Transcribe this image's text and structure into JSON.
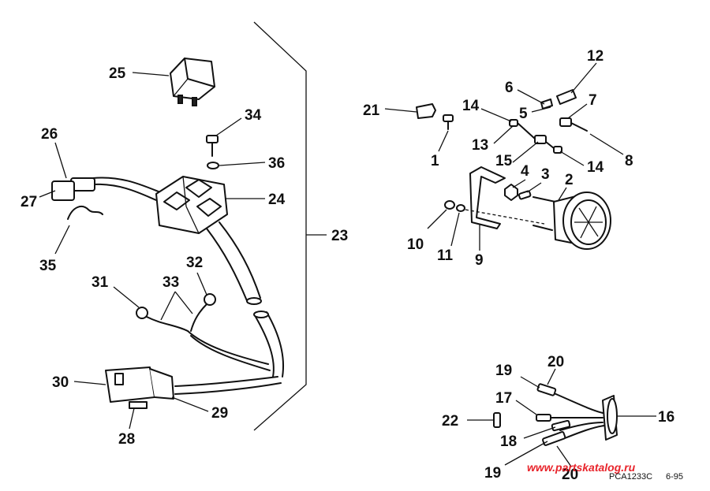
{
  "callouts": [
    {
      "id": "c25",
      "text": "25"
    },
    {
      "id": "c26",
      "text": "26"
    },
    {
      "id": "c27",
      "text": "27"
    },
    {
      "id": "c35",
      "text": "35"
    },
    {
      "id": "c34",
      "text": "34"
    },
    {
      "id": "c36",
      "text": "36"
    },
    {
      "id": "c24",
      "text": "24"
    },
    {
      "id": "c23",
      "text": "23"
    },
    {
      "id": "c32",
      "text": "32"
    },
    {
      "id": "c31",
      "text": "31"
    },
    {
      "id": "c33",
      "text": "33"
    },
    {
      "id": "c30",
      "text": "30"
    },
    {
      "id": "c29",
      "text": "29"
    },
    {
      "id": "c28",
      "text": "28"
    },
    {
      "id": "c21",
      "text": "21"
    },
    {
      "id": "c1",
      "text": "1"
    },
    {
      "id": "c6",
      "text": "6"
    },
    {
      "id": "c12",
      "text": "12"
    },
    {
      "id": "c7",
      "text": "7"
    },
    {
      "id": "c5",
      "text": "5"
    },
    {
      "id": "c14a",
      "text": "14"
    },
    {
      "id": "c13",
      "text": "13"
    },
    {
      "id": "c15",
      "text": "15"
    },
    {
      "id": "c14b",
      "text": "14"
    },
    {
      "id": "c8",
      "text": "8"
    },
    {
      "id": "c4",
      "text": "4"
    },
    {
      "id": "c3",
      "text": "3"
    },
    {
      "id": "c2",
      "text": "2"
    },
    {
      "id": "c10",
      "text": "10"
    },
    {
      "id": "c11",
      "text": "11"
    },
    {
      "id": "c9",
      "text": "9"
    },
    {
      "id": "c19a",
      "text": "19"
    },
    {
      "id": "c20a",
      "text": "20"
    },
    {
      "id": "c17",
      "text": "17"
    },
    {
      "id": "c22",
      "text": "22"
    },
    {
      "id": "c16",
      "text": "16"
    },
    {
      "id": "c18",
      "text": "18"
    },
    {
      "id": "c19b",
      "text": "19"
    },
    {
      "id": "c20b",
      "text": "20"
    }
  ],
  "footer": {
    "code": "PCA1233C",
    "date": "6-95"
  },
  "watermark": "www.partskatalog.ru"
}
